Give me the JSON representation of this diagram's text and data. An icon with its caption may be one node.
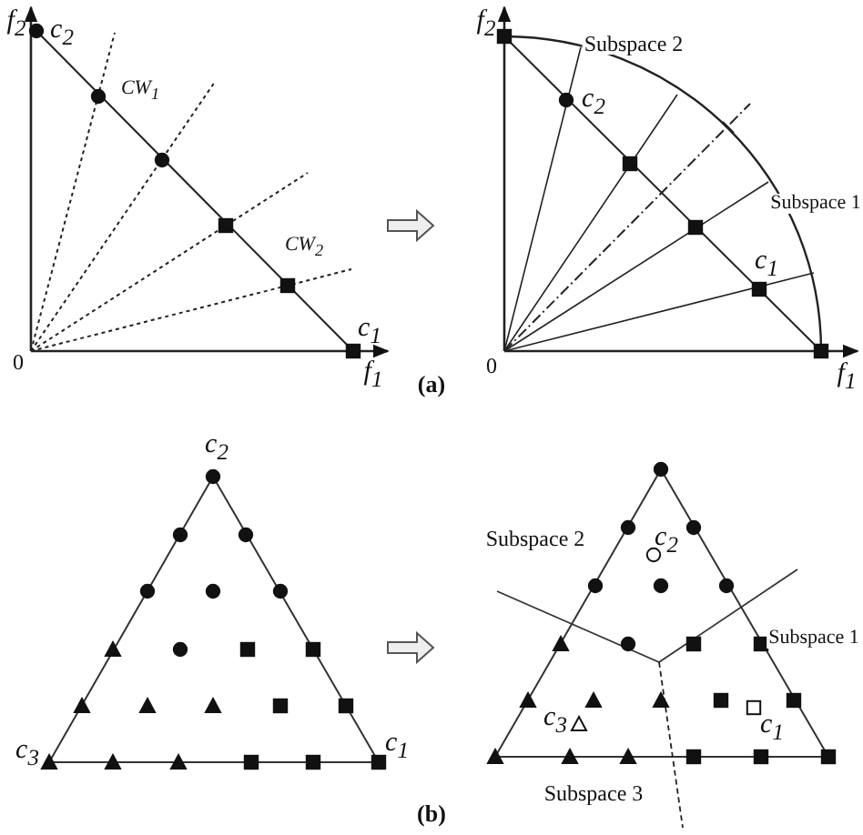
{
  "diagram": {
    "labels": [
      "f$_{2}$",
      "c$_{2}$",
      "CW$_{1}$",
      "CW$_{2}$",
      "c$_{1}$",
      "0",
      "f$_{1}$",
      "f$_{2}$",
      "Subspace 2",
      "c$_{2}$",
      "Subspace 1",
      "c$_{1}$",
      "0",
      "f$_{1}$",
      "(a)",
      "c$_{2}$",
      "c$_{3}$",
      "c$_{1}$",
      "Subspace 2",
      "c$_{2}$",
      "Subspace 1",
      "c$_{3}$",
      "c$_{1}$",
      "Subspace 3",
      "(b)"
    ]
  }
}
